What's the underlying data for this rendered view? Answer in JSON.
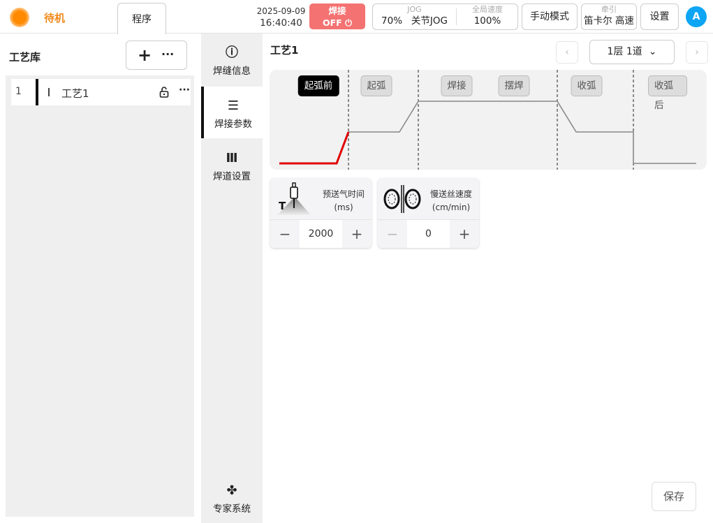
{
  "header": {
    "status": "待机",
    "tab": "程序",
    "date": "2025-09-09",
    "time": "16:40:40",
    "weld_label": "焊接",
    "weld_state": "OFF ⏻",
    "jog_label": "JOG",
    "jog_speed": "70%",
    "jog_mode": "关节JOG",
    "global_speed_label": "全局速度",
    "global_speed": "100%",
    "mode": "手动模式",
    "traction_label": "牵引",
    "traction_value": "笛卡尔 高速",
    "settings": "设置",
    "avatar": "A"
  },
  "library": {
    "title": "工艺库",
    "add": "+",
    "more": "···",
    "items": [
      {
        "index": "1",
        "name": "工艺1"
      }
    ]
  },
  "sidenav": [
    {
      "label": "焊缝信息",
      "icon": "info-icon",
      "glyph": "ⓘ"
    },
    {
      "label": "焊接参数",
      "icon": "list-icon",
      "glyph": "☰"
    },
    {
      "label": "焊道设置",
      "icon": "columns-icon",
      "glyph": "Ⅲ"
    },
    {
      "label": "专家系统",
      "icon": "expert-icon",
      "glyph": "✤"
    }
  ],
  "main": {
    "title": "工艺1",
    "layer_select": "1层  1道",
    "prev": "‹",
    "next": "›",
    "save": "保存"
  },
  "stages": [
    {
      "label": "起弧前"
    },
    {
      "label": "起弧"
    },
    {
      "label": "焊接"
    },
    {
      "label": "摆焊"
    },
    {
      "label": "收弧"
    },
    {
      "label": "收弧后"
    }
  ],
  "params": [
    {
      "label": "预送气时间",
      "unit": "(ms)",
      "value": "2000"
    },
    {
      "label": "慢送丝速度",
      "unit": "(cm/min)",
      "value": "0"
    }
  ],
  "colors": {
    "active_segment": "#e00000",
    "profile": "#888888",
    "accent": "#f08a1c"
  }
}
